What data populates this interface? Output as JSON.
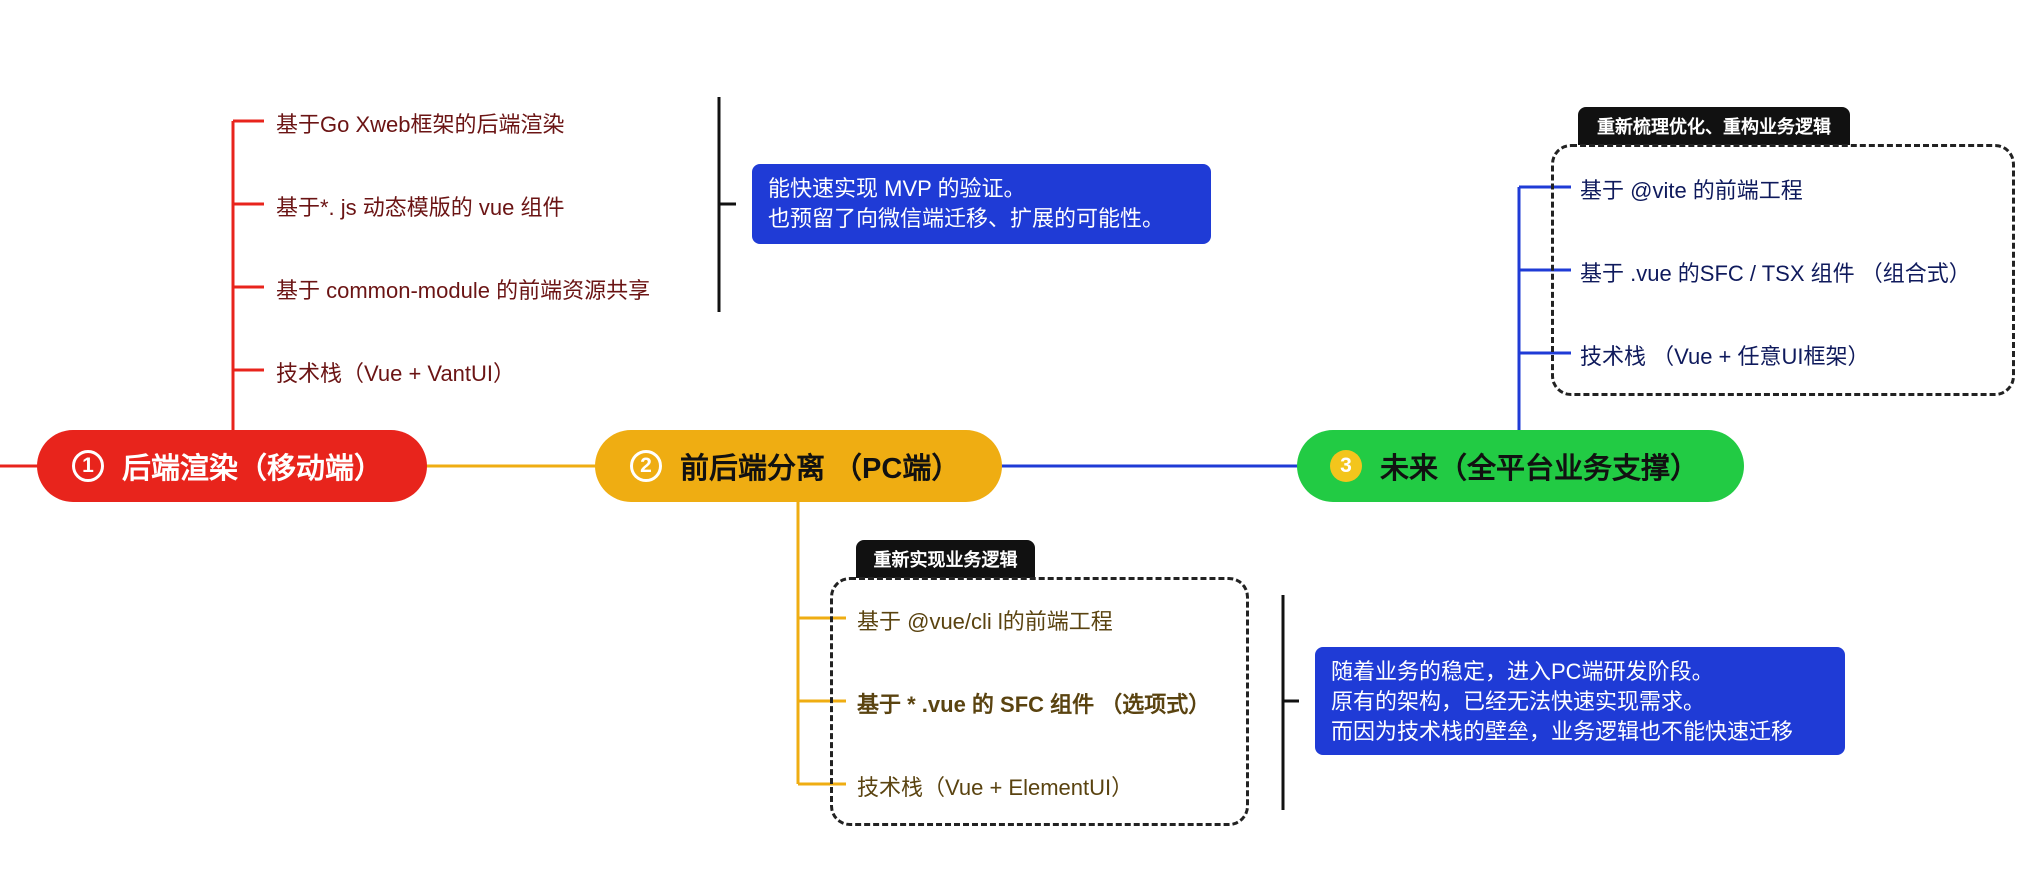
{
  "colors": {
    "red": "#e8241c",
    "yellow": "#efad12",
    "green": "#22cb44",
    "blue_line": "#1f3bd6",
    "note_bg": "#1f3bd6"
  },
  "hubs": [
    {
      "num": "1",
      "label": "后端渲染（移动端）"
    },
    {
      "num": "2",
      "label": "前后端分离 （PC端）"
    },
    {
      "num": "3",
      "label": "未来（全平台业务支撑）"
    }
  ],
  "stage1": {
    "items": [
      "基于Go Xweb框架的后端渲染",
      "基于*. js 动态模版的 vue 组件",
      "基于 common-module 的前端资源共享",
      "技术栈（Vue + VantUI）"
    ],
    "note": [
      "能快速实现 MVP 的验证。",
      "也预留了向微信端迁移、扩展的可能性。"
    ]
  },
  "stage2": {
    "tag": "重新实现业务逻辑",
    "items": [
      "基于 @vue/cli l的前端工程",
      "基于 * .vue 的 SFC 组件 （选项式）",
      "技术栈（Vue + ElementUI）"
    ],
    "note": [
      "随着业务的稳定，进入PC端研发阶段。",
      "原有的架构，已经无法快速实现需求。",
      "而因为技术栈的壁垒，业务逻辑也不能快速迁移"
    ]
  },
  "stage3": {
    "tag": "重新梳理优化、重构业务逻辑",
    "items": [
      "基于 @vite 的前端工程",
      "基于 .vue 的SFC / TSX 组件 （组合式）",
      "技术栈 （Vue + 任意UI框架）"
    ]
  }
}
